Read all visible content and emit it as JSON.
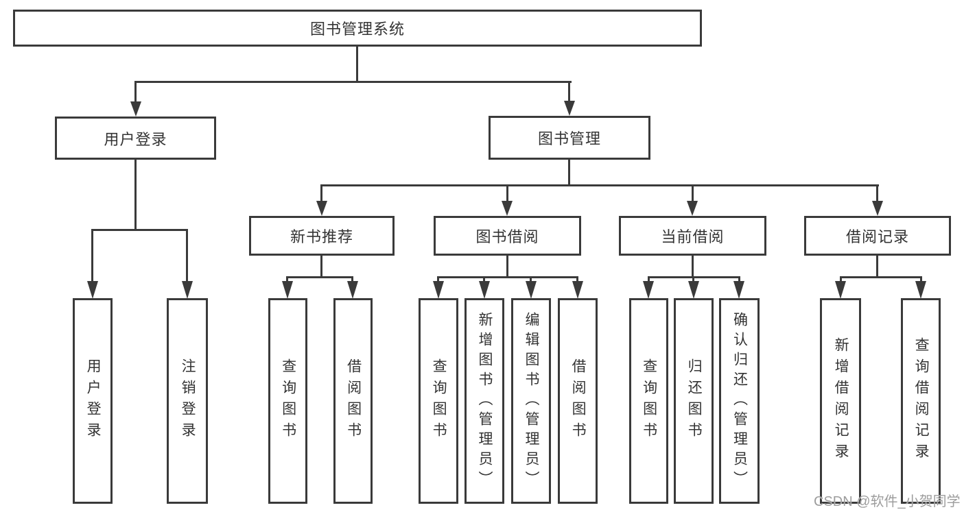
{
  "colors": {
    "line": "#3a3a3a",
    "node_border": "#3a3a3a",
    "node_background": "#ffffff",
    "text": "#333333",
    "watermark_text": "#9d9d9d"
  },
  "diagram": {
    "root": {
      "label": "图书管理系统",
      "children": [
        {
          "label": "用户登录",
          "children": [
            {
              "label": "用户登录"
            },
            {
              "label": "注销登录"
            }
          ]
        },
        {
          "label": "图书管理",
          "children": [
            {
              "label": "新书推荐",
              "children": [
                {
                  "label": "查询图书"
                },
                {
                  "label": "借阅图书"
                }
              ]
            },
            {
              "label": "图书借阅",
              "children": [
                {
                  "label": "查询图书"
                },
                {
                  "label": "新增图书（管理员）"
                },
                {
                  "label": "编辑图书（管理员）"
                },
                {
                  "label": "借阅图书"
                }
              ]
            },
            {
              "label": "当前借阅",
              "children": [
                {
                  "label": "查询图书"
                },
                {
                  "label": "归还图书"
                },
                {
                  "label": "确认归还（管理员）"
                }
              ]
            },
            {
              "label": "借阅记录",
              "children": [
                {
                  "label": "新增借阅记录"
                },
                {
                  "label": "查询借阅记录"
                }
              ]
            }
          ]
        }
      ]
    }
  },
  "watermark": {
    "text": "CSDN @软件_小贺同学"
  }
}
